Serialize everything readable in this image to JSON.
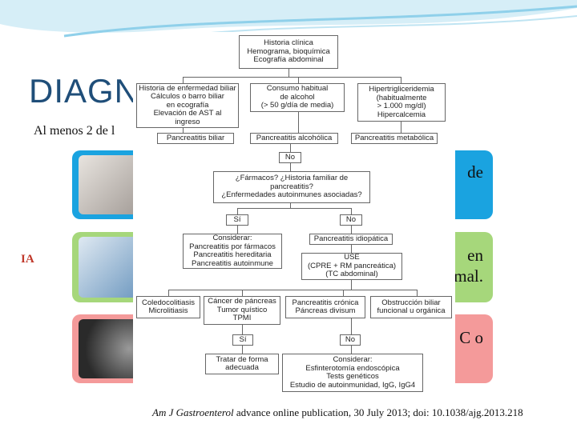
{
  "slide": {
    "title": "DIAGN",
    "subtitle": "Al menos 2 de l",
    "side_label": "IA"
  },
  "cards": [
    {
      "text": "de",
      "color": "#1aa3e0"
    },
    {
      "text": "en\nmal.",
      "color": "#a6d77b"
    },
    {
      "text": "C o",
      "color": "#f49a9a"
    }
  ],
  "flowchart": {
    "top": "Historia clínica\nHemograma, bioquímica\nEcografía abdominal",
    "col_left": "Historia de enfermedad biliar\nCálculos o barro biliar\nen ecografía\nElevación de AST al\ningreso",
    "col_mid": "Consumo habitual\nde alcohol\n(> 50 g/día de media)",
    "col_right": "Hipertrigliceridemia\n(habitualmente\n> 1.000 mg/dl)\nHipercalcemia",
    "res_left": "Pancreatitis biliar",
    "res_mid": "Pancreatitis alcohólica",
    "res_right": "Pancreatitis metabólica",
    "no1": "No",
    "question": "¿Fármacos? ¿Historia familiar de pancreatitis?\n¿Enfermedades autoinmunes asociadas?",
    "si1": "Sí",
    "no2": "No",
    "consider": "Considerar:\nPancreatitis por fármacos\nPancreatitis hereditaria\nPancreatitis autoinmune",
    "idiopatica": "Pancreatitis idiopática",
    "use": "USE\n(CPRE + RM pancreática)\n(TC abdominal)",
    "r1": "Coledocolitiasis\nMicrolitiasis",
    "r2": "Cáncer de páncreas\nTumor quístico\nTPMI",
    "r3": "Pancreatitis crónica\nPáncreas divisum",
    "r4": "Obstrucción biliar\nfuncional u orgánica",
    "si2": "Sí",
    "no3": "No",
    "tratar": "Tratar de forma\nadecuada",
    "consider2": "Considerar:\nEsfinterotomía endoscópica\nTests genéticos\nEstudio de autoinmunidad, IgG, IgG4"
  },
  "citation": {
    "journal": "Am J Gastroenterol",
    "rest": " advance online publication, 30 July 2013; doi: 10.1038/ajg.2013.218"
  }
}
